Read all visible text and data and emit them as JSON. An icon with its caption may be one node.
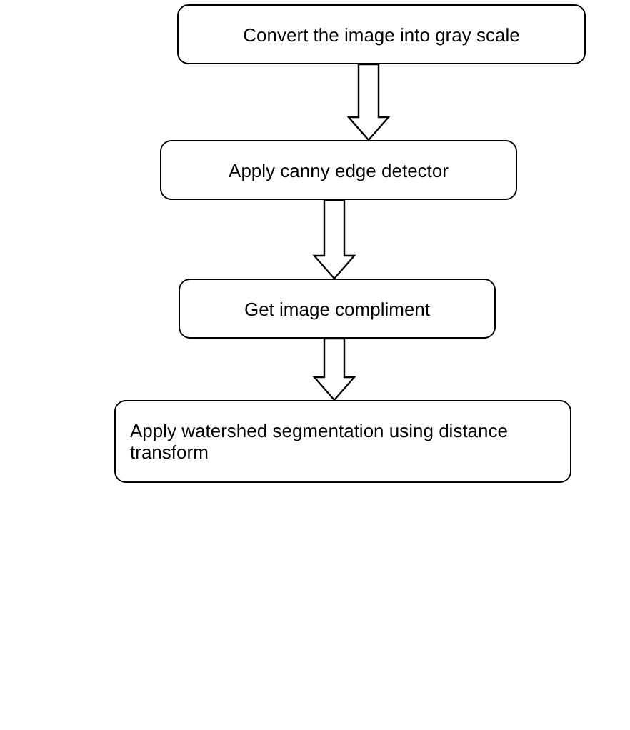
{
  "diagram": {
    "nodes": [
      {
        "text": [
          "Convert the image into gray scale"
        ]
      },
      {
        "text": [
          "Apply canny edge detector"
        ]
      },
      {
        "text": [
          "Get image compliment"
        ]
      },
      {
        "text": [
          "Apply watershed segmentation using distance transform"
        ]
      }
    ],
    "edges": [
      {
        "from": 0,
        "to": 1,
        "arrow": "to"
      },
      {
        "from": 1,
        "to": 2,
        "arrow": "to"
      },
      {
        "from": 2,
        "to": 3,
        "arrow": "to"
      }
    ]
  }
}
